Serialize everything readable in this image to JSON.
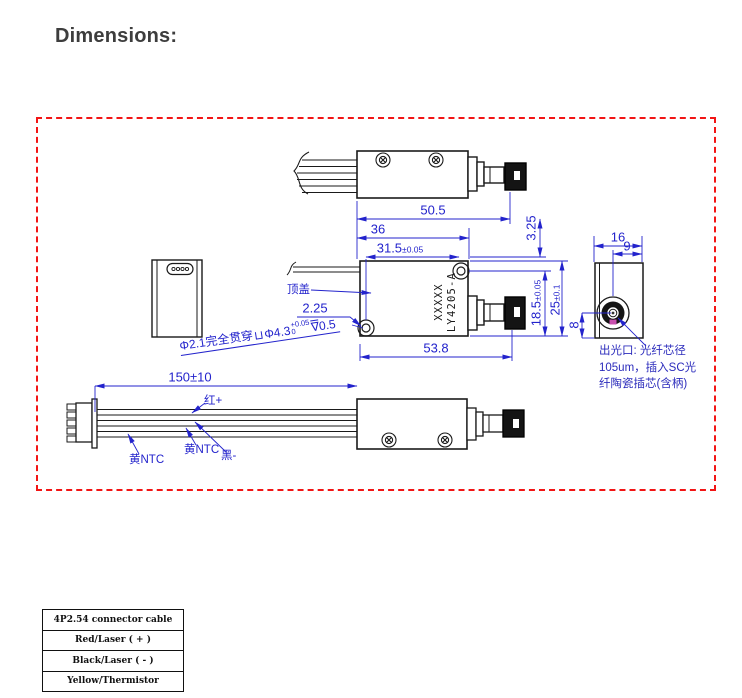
{
  "title": "Dimensions:",
  "drawing": {
    "dims": {
      "len_top": "50.5",
      "len_36": "36",
      "hole_span": "31.5",
      "hole_span_tol": "±0.05",
      "offset_325": "3.25",
      "screw_offset": "2.25",
      "len_body": "53.8",
      "height_185": "18.5",
      "height_185_tol": "±0.05",
      "height_25": "25",
      "height_25_tol": "±0.1",
      "cable_len": "150±10",
      "width_16": "16",
      "center_9": "9",
      "center_8": "8"
    },
    "labels": {
      "top_cover": "顶盖",
      "model_line1": "LY4205-A",
      "model_line2": "XXXXX",
      "cb_prefix": "Φ2.1完全贯穿",
      "cb_symbol": "⊔",
      "cb_dia": "Φ4.3",
      "cb_tol_up": "+0.05",
      "cb_tol_dn": "0",
      "cb_depth_sym": "∇",
      "cb_depth_val": "0.5",
      "wire_red": "红+",
      "wire_black": "黑-",
      "wire_ntc_1": "黄NTC",
      "wire_ntc_2": "黄NTC",
      "port_line1": "出光口: 光纤芯径",
      "port_line2": "105um，插入SC光",
      "port_line3": "纤陶瓷插芯(含柄)"
    },
    "colors": {
      "dimension": "#2323cc",
      "outline": "#1a1a1a",
      "frame": "#f21515",
      "keying_mark": "#c84fae"
    }
  },
  "legend_table": {
    "rows": [
      "4P2.54 connector cable",
      "Red/Laser ( + )",
      "Black/Laser ( - )",
      "Yellow/Thermistor"
    ]
  }
}
